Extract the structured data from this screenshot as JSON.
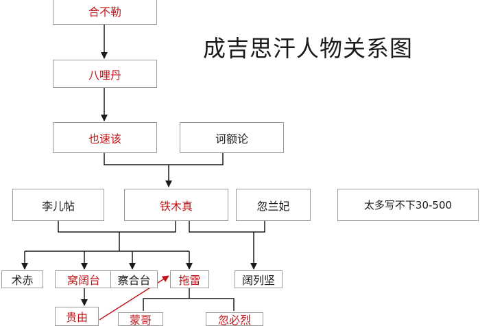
{
  "title": "成吉思汗人物关系图",
  "colors": {
    "highlight": "#c0161b",
    "text": "#1a1a1a",
    "line": "#1a1a1a",
    "border": "#9a9a9a"
  },
  "nodes": {
    "hebule": "合不勒",
    "balidan": "八哩丹",
    "yesugai": "也速该",
    "heelun": "诃额论",
    "lierzhan": "李儿帖",
    "tiemuzhen": "铁木真",
    "hulanfei": "忽兰妃",
    "note": "太多写不下30-500",
    "shuchi": "术赤",
    "wokuotai": "窝阔台",
    "chahetai": "察合台",
    "tuolei": "拖雷",
    "kuoliejian": "阔列坚",
    "guiyou": "贵由",
    "mengge": "蒙哥",
    "hubilie": "忽必烈"
  }
}
